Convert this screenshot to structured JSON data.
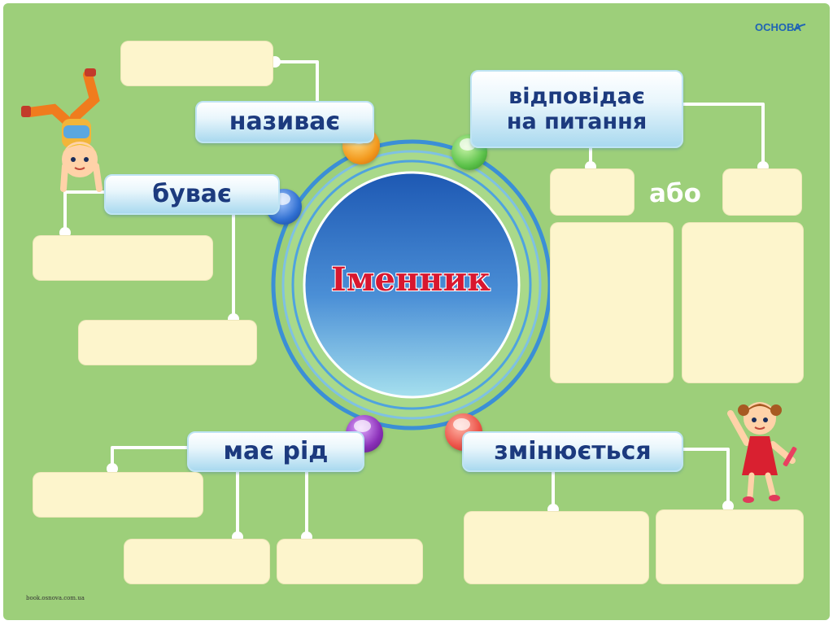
{
  "title": "Іменник",
  "labels": {
    "nazyvaye": "називає",
    "buvaye": "буває",
    "vidpovidaye": "відповідає\nна питання",
    "maye_rid": "має рід",
    "zminyuyetsya": "змінюється"
  },
  "conjunction": "або",
  "publisher_logo": "ОСНОВА",
  "website": "book.osnova.com.ua",
  "empty_boxes": [
    "",
    "",
    "",
    "",
    "",
    "",
    "",
    "",
    "",
    "",
    "",
    "",
    ""
  ],
  "colors": {
    "background": "#9dcf7a",
    "box_fill": "#fdf5cc",
    "label_text": "#1c3a7e",
    "title_text": "#d8172f",
    "ring": "#3b8fd6",
    "orb_orange": "#f39a1e",
    "orb_green": "#5cc24a",
    "orb_blue": "#2f6fd1",
    "orb_purple": "#8a2fb8",
    "orb_red": "#ec5247"
  },
  "icons": [
    "boy-handstand-icon",
    "girl-waving-icon",
    "publisher-logo-icon"
  ]
}
